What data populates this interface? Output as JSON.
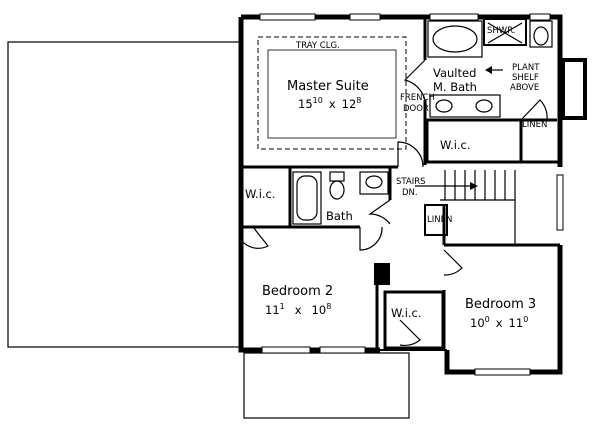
{
  "rooms": {
    "master": {
      "name": "Master Suite",
      "w_ft": "15",
      "w_in": "10",
      "sep": "x",
      "d_ft": "12",
      "d_in": "8"
    },
    "bed2": {
      "name": "Bedroom 2",
      "w_ft": "11",
      "w_in": "1",
      "sep": "x",
      "d_ft": "10",
      "d_in": "8"
    },
    "bed3": {
      "name": "Bedroom 3",
      "w_ft": "10",
      "w_in": "0",
      "sep": "x",
      "d_ft": "11",
      "d_in": "0"
    }
  },
  "labels": {
    "tray": "TRAY CLG.",
    "vaulted_1": "Vaulted",
    "vaulted_2": "M. Bath",
    "french_1": "FRENCH",
    "french_2": "DOOR",
    "shwr": "SHWR.",
    "plant_1": "PLANT",
    "plant_2": "SHELF",
    "plant_3": "ABOVE",
    "linen": "LINEN",
    "wic": "W.i.c.",
    "bath": "Bath",
    "stairs_1": "STAIRS",
    "stairs_2": "DN."
  }
}
